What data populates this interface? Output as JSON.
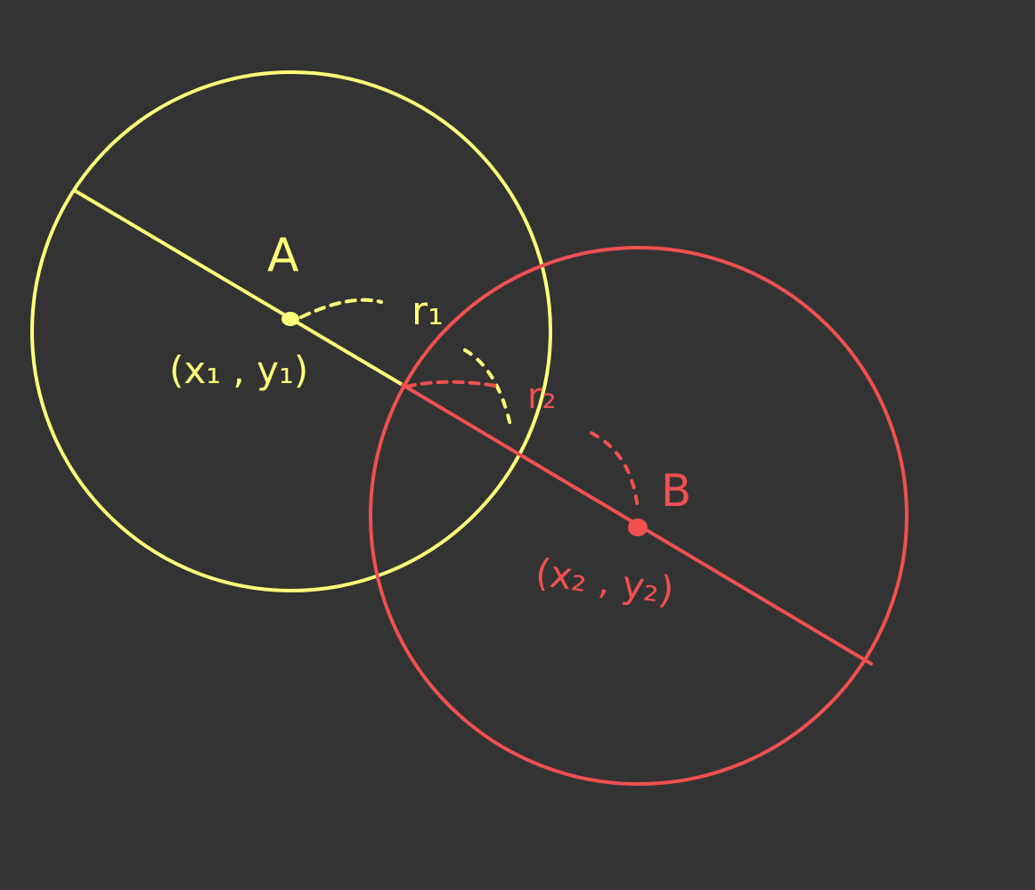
{
  "background": "#333333",
  "circles": [
    {
      "id": "A",
      "color": "#FFFF7A",
      "center_label": "A",
      "center_coords": "(x₁ , y₁)",
      "radius_label": "r₁"
    },
    {
      "id": "B",
      "color": "#F05050",
      "center_label": "B",
      "center_coords": "(x₂ , y₂)",
      "radius_label": "r₂"
    }
  ]
}
